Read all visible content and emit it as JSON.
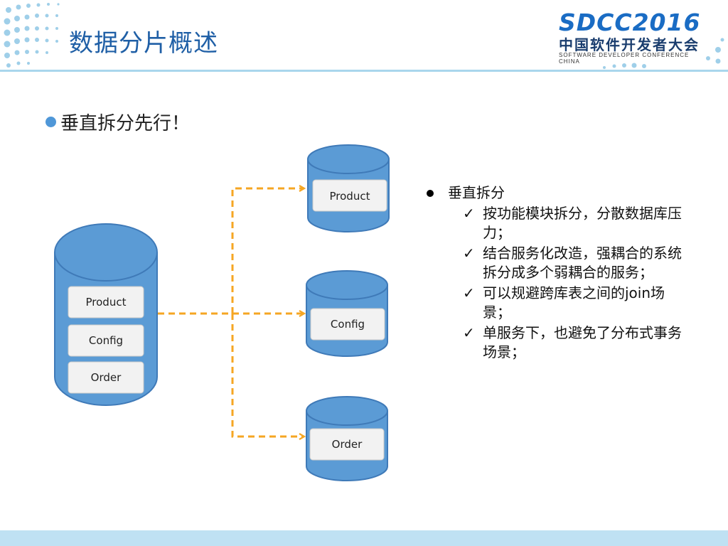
{
  "title": "数据分片概述",
  "logo": {
    "sdcc": "SDCC2016",
    "chinese": "中国软件开发者大会",
    "english": "SOFTWARE DEVELOPER CONFERENCE CHINA"
  },
  "subtitle": "垂直拆分先行！",
  "diagram": {
    "source_db": {
      "tables": [
        "Product",
        "Config",
        "Order"
      ]
    },
    "target_dbs": [
      {
        "table": "Product"
      },
      {
        "table": "Config"
      },
      {
        "table": "Order"
      }
    ]
  },
  "bullets": {
    "main": "垂直拆分",
    "items": [
      "按功能模块拆分，分散数据库压力；",
      "结合服务化改造，强耦合的系统拆分成多个弱耦合的服务；",
      "可以规避跨库表之间的join场景；",
      "单服务下，也避免了分布式事务场景；"
    ]
  },
  "colors": {
    "cylinder_fill": "#5b9bd5",
    "cylinder_stroke": "#3f7ab8",
    "arrow": "#f5a623",
    "title": "#1f5fa6"
  }
}
